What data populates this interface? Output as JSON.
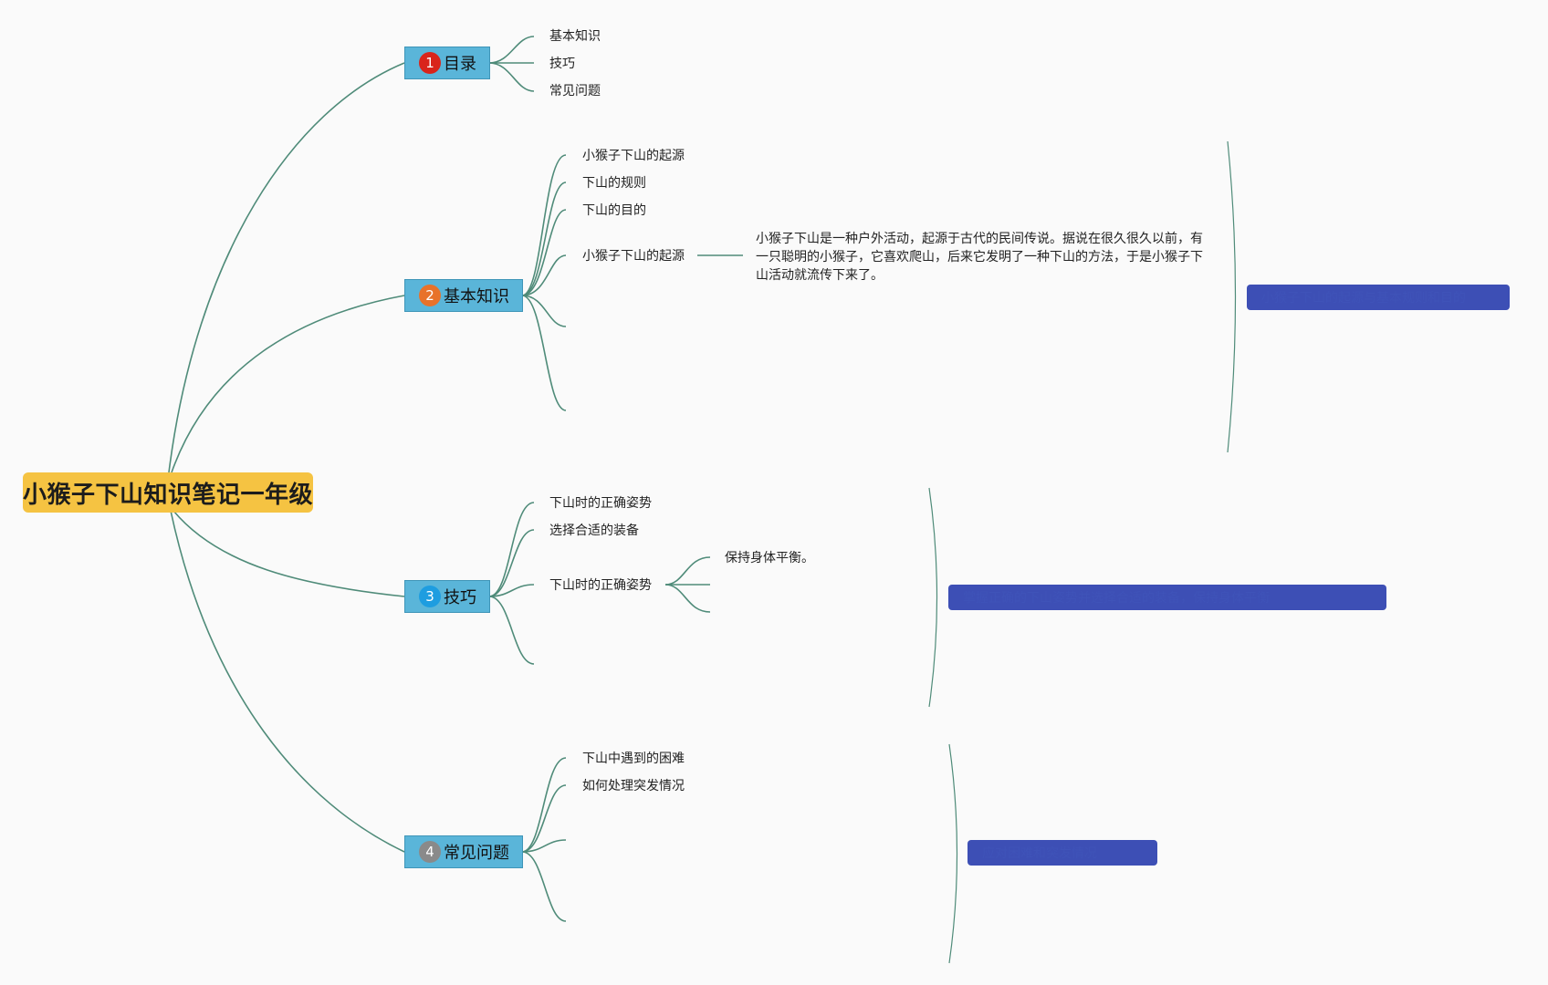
{
  "root": {
    "title": "小猴子下山知识笔记一年级"
  },
  "colors": {
    "line": "#4f8b79",
    "root_fill": "#f5c342",
    "branch_fill": "#5ab5d9",
    "summary_fill": "#3d4fb5",
    "badge_1": "#d9241b",
    "badge_2": "#e8722a",
    "badge_3": "#1e9de0",
    "badge_4": "#8a8a8a"
  },
  "branches": [
    {
      "num": "1",
      "label": "目录",
      "children": [
        "基本知识",
        "技巧",
        "常见问题"
      ]
    },
    {
      "num": "2",
      "label": "基本知识",
      "children": [
        "小猴子下山的起源",
        "下山的规则",
        "下山的目的",
        "小猴子下山的起源"
      ]
    },
    {
      "num": "3",
      "label": "技巧",
      "children": [
        "下山时的正确姿势",
        "选择合适的装备",
        "下山时的正确姿势"
      ],
      "sub_children": [
        "保持身体平衡。"
      ]
    },
    {
      "num": "4",
      "label": "常见问题",
      "children": [
        "下山中遇到的困难",
        "如何处理突发情况"
      ]
    }
  ],
  "description": "小猴子下山是一种户外活动，起源于古代的民间传说。据说在很久很久以前，有一只聪明的小猴子，它喜欢爬山，后来它发明了一种下山的方法，于是小猴子下山活动就流传下来了。",
  "summaries": [
    "小猴子下山的起源与基本规则和目的",
    "掌握正确的下山姿势并选择合适的装备，保持身体平衡",
    "应对困难和突发情况"
  ]
}
